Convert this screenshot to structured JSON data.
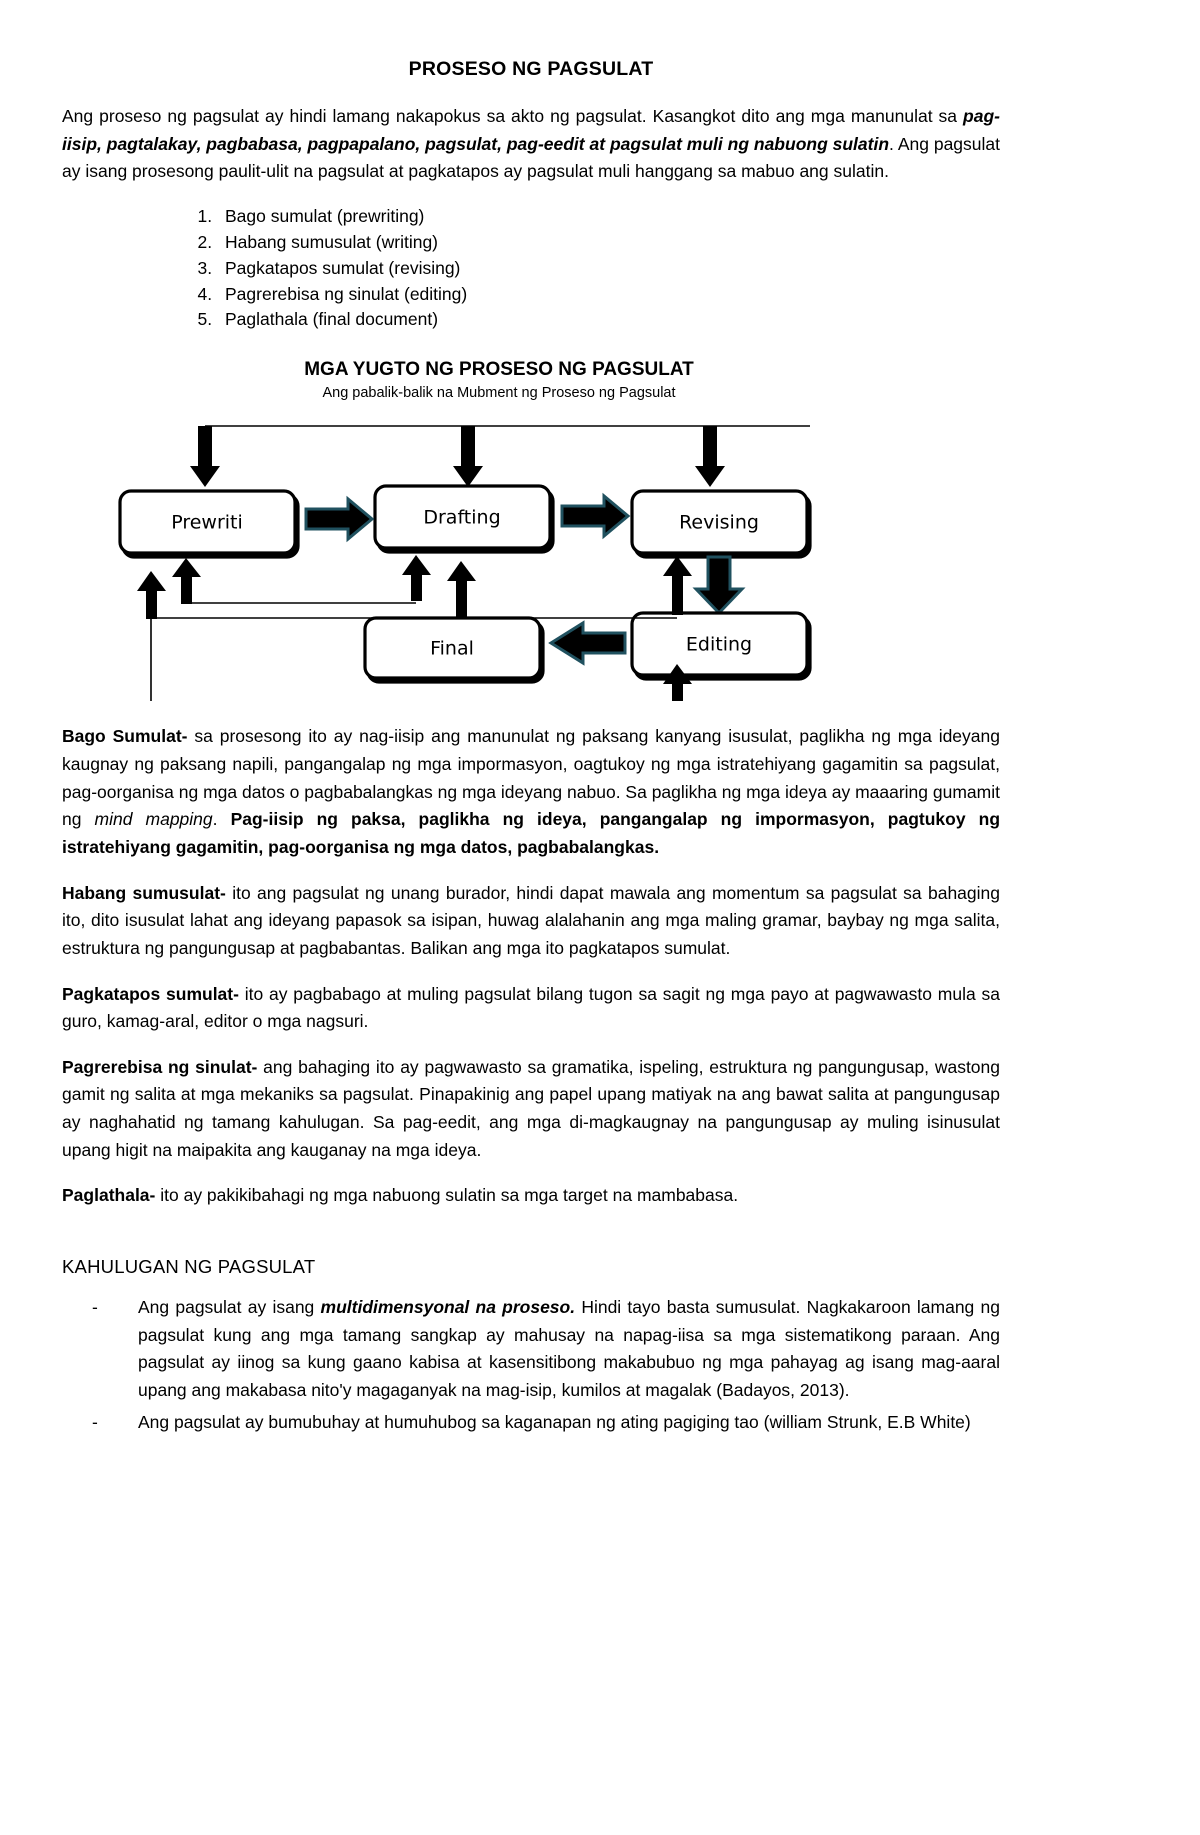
{
  "document": {
    "title": "PROSESO NG PAGSULAT",
    "intro": {
      "part1": "Ang proseso ng pagsulat ay hindi lamang nakapokus sa akto ng pagsulat. Kasangkot dito ang mga manunulat sa ",
      "bold_italic": "pag-iisip, pagtalakay, pagbabasa, pagpapalano, pagsulat, pag-eedit at pagsulat muli ng nabuong sulatin",
      "part2": ". Ang pagsulat ay isang prosesong paulit-ulit na pagsulat at pagkatapos ay pagsulat muli hanggang sa mabuo ang sulatin."
    },
    "stages_list": [
      "Bago sumulat (prewriting)",
      "Habang sumusulat (writing)",
      "Pagkatapos sumulat (revising)",
      "Pagrerebisa ng sinulat (editing)",
      "Paglathala (final document)"
    ],
    "diagram": {
      "title": "MGA YUGTO NG PROSESO NG PAGSULAT",
      "subtitle": "Ang pabalik-balik na Mubment ng Proseso ng Pagsulat",
      "nodes": [
        {
          "id": "prewriting",
          "label": "Prewriti"
        },
        {
          "id": "drafting",
          "label": "Drafting"
        },
        {
          "id": "revising",
          "label": "Revising"
        },
        {
          "id": "final",
          "label": "Final"
        },
        {
          "id": "editing",
          "label": "Editing"
        }
      ],
      "arrow_color": "#1a3744",
      "line_color": "#000000"
    },
    "definitions": [
      {
        "term": "Bago Sumulat-",
        "body_a": " sa prosesong ito ay nag-iisip ang manunulat ng paksang kanyang isusulat, paglikha ng mga ideyang kaugnay ng paksang napili, pangangalap ng mga impormasyon, oagtukoy ng mga istratehiyang gagamitin sa pagsulat, pag-oorganisa ng mga datos o pagbabalangkas ng mga ideyang nabuo. Sa paglikha ng mga ideya ay maaaring gumamit ng ",
        "italic": "mind mapping",
        "body_b": ". ",
        "bold_tail": "Pag-iisip ng paksa, paglikha ng ideya, pangangalap ng impormasyon, pagtukoy ng istratehiyang gagamitin, pag-oorganisa ng mga datos, pagbabalangkas."
      },
      {
        "term": "Habang sumusulat-",
        "body_a": " ito ang pagsulat ng unang burador, hindi dapat mawala ang momentum sa pagsulat sa bahaging ito, dito isusulat lahat ang ideyang papasok sa isipan, huwag alalahanin ang mga maling gramar, baybay ng mga salita, estruktura ng pangungusap at pagbabantas. Balikan ang mga ito pagkatapos sumulat."
      },
      {
        "term": "Pagkatapos sumulat-",
        "body_a": " ito ay pagbabago at muling pagsulat bilang tugon sa sagit ng mga payo at pagwawasto mula sa guro, kamag-aral, editor o mga nagsuri."
      },
      {
        "term": "Pagrerebisa ng sinulat-",
        "body_a": " ang bahaging ito ay pagwawasto sa gramatika, ispeling, estruktura ng pangungusap, wastong gamit ng salita at mga mekaniks sa pagsulat. Pinapakinig ang papel upang matiyak na ang bawat salita at pangungusap ay naghahatid ng tamang kahulugan. Sa pag-eedit, ang mga di-magkaugnay na pangungusap ay muling isinusulat upang higit na maipakita ang kauganay na mga ideya."
      },
      {
        "term": "Paglathala-",
        "body_a": " ito ay pakikibahagi ng mga nabuong sulatin sa mga target na mambabasa."
      }
    ],
    "kahulugan": {
      "heading": "KAHULUGAN NG PAGSULAT",
      "items": [
        {
          "dash": "-",
          "part1": "Ang pagsulat ay isang ",
          "bold_italic": "multidimensyonal na proseso.",
          "part2": " Hindi tayo basta sumusulat. Nagkakaroon lamang ng pagsulat kung ang mga tamang sangkap ay mahusay na napag-iisa sa mga sistematikong paraan. Ang pagsulat ay iinog sa kung gaano kabisa at kasensitibong makabubuo ng mga pahayag ag isang mag-aaral upang ang makabasa nito'y magaganyak na mag-isip, kumilos at magalak (Badayos, 2013)."
        },
        {
          "dash": "-",
          "part1": "Ang pagsulat ay bumubuhay at humuhubog sa kaganapan ng ating pagiging tao (william Strunk, E.B White)",
          "bold_italic": "",
          "part2": ""
        }
      ]
    }
  }
}
